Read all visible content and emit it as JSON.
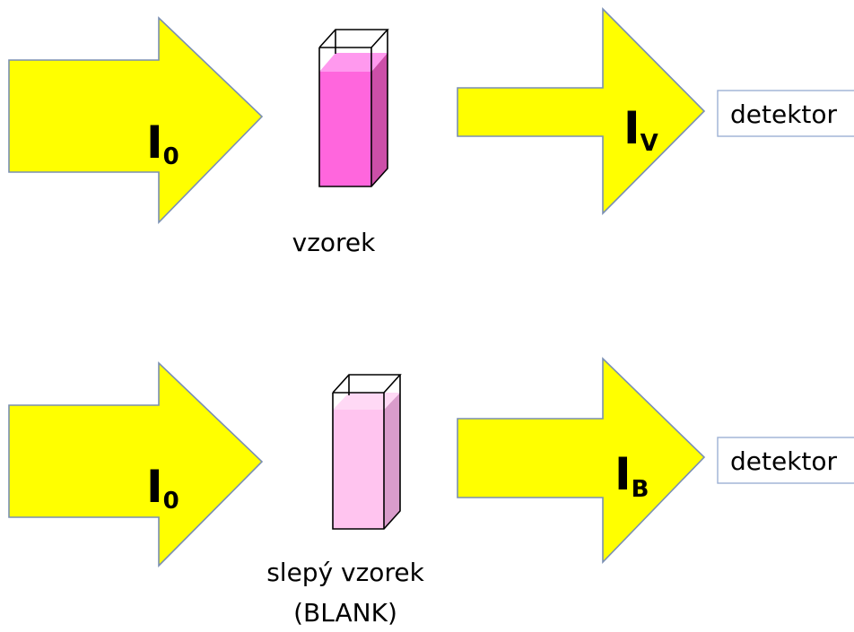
{
  "rows": [
    {
      "incident": {
        "main": "I",
        "sub": "0"
      },
      "transmitted": {
        "main": "I",
        "sub": "V"
      },
      "detector_label": "detektor",
      "sample_caption_lines": [
        "vzorek"
      ],
      "liquid_color": "#ff66dd",
      "liquid_top_color": "#ff99ee",
      "liquid_side_color": "#cc4fa8"
    },
    {
      "incident": {
        "main": "I",
        "sub": "0"
      },
      "transmitted": {
        "main": "I",
        "sub": "B"
      },
      "detector_label": "detektor",
      "sample_caption_lines": [
        "slepý vzorek",
        "(BLANK)"
      ],
      "liquid_color": "#ffc4ef",
      "liquid_top_color": "#ffd9f5",
      "liquid_side_color": "#d99ccb"
    }
  ],
  "arrow_color": "#ffff00"
}
